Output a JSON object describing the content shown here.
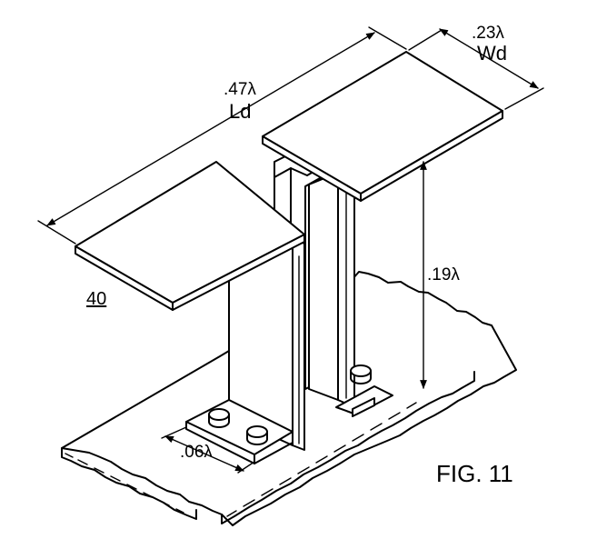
{
  "figure": {
    "caption": "FIG. 11",
    "reference_numeral": "40"
  },
  "dimensions": {
    "length_value": ".47λ",
    "length_symbol": "Ld",
    "width_value": ".23λ",
    "width_symbol": "Wd",
    "height_value": ".19λ",
    "spacing_value": ".06λ"
  }
}
